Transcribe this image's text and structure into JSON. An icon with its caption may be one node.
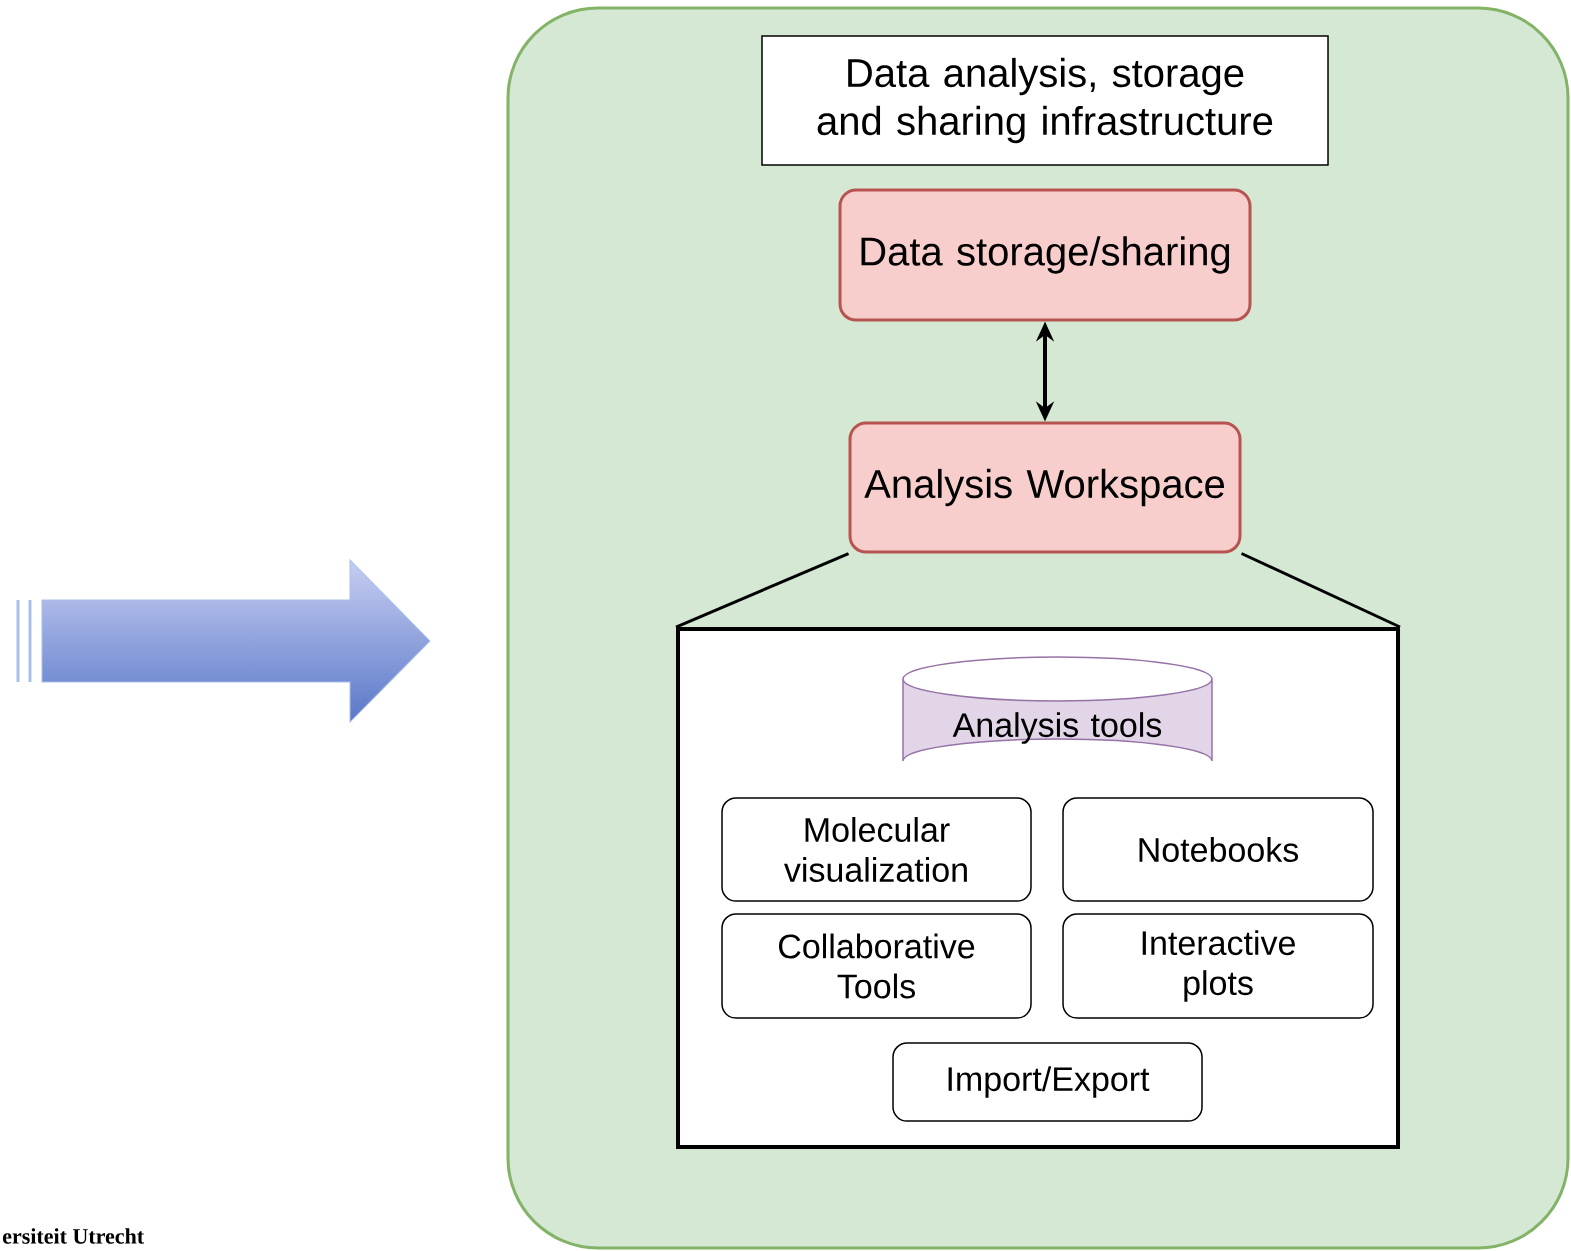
{
  "diagram": {
    "nodes": [
      {
        "text": [],
        "shape": "box"
      },
      {
        "text": [
          "Data analysis, storage and sharing infrastructure"
        ],
        "in": 0
      },
      {
        "text": [
          "Data storage/sharing"
        ],
        "in": 0
      },
      {
        "text": [
          "Analysis Workspace"
        ],
        "in": 0
      },
      {
        "text": [],
        "shape": "box",
        "in": 0
      },
      {
        "text": [
          "Analysis tools"
        ],
        "in": 4
      },
      {
        "text": [
          "Molecular visualization"
        ],
        "in": 4
      },
      {
        "text": [
          "Notebooks"
        ],
        "in": 4
      },
      {
        "text": [
          "Collaborative Tools"
        ],
        "in": 4
      },
      {
        "text": [
          "Interactive plots"
        ],
        "in": 4
      },
      {
        "text": [
          "Import/Export"
        ],
        "in": 4
      }
    ],
    "edges": [
      {
        "from": 2,
        "to": 3,
        "arrow": "both"
      },
      {
        "from": 3,
        "to": 4,
        "arrow": "none"
      },
      {
        "from": 3,
        "to": 4,
        "arrow": "none"
      }
    ],
    "labels": [
      "ersiteit Utrecht"
    ]
  }
}
